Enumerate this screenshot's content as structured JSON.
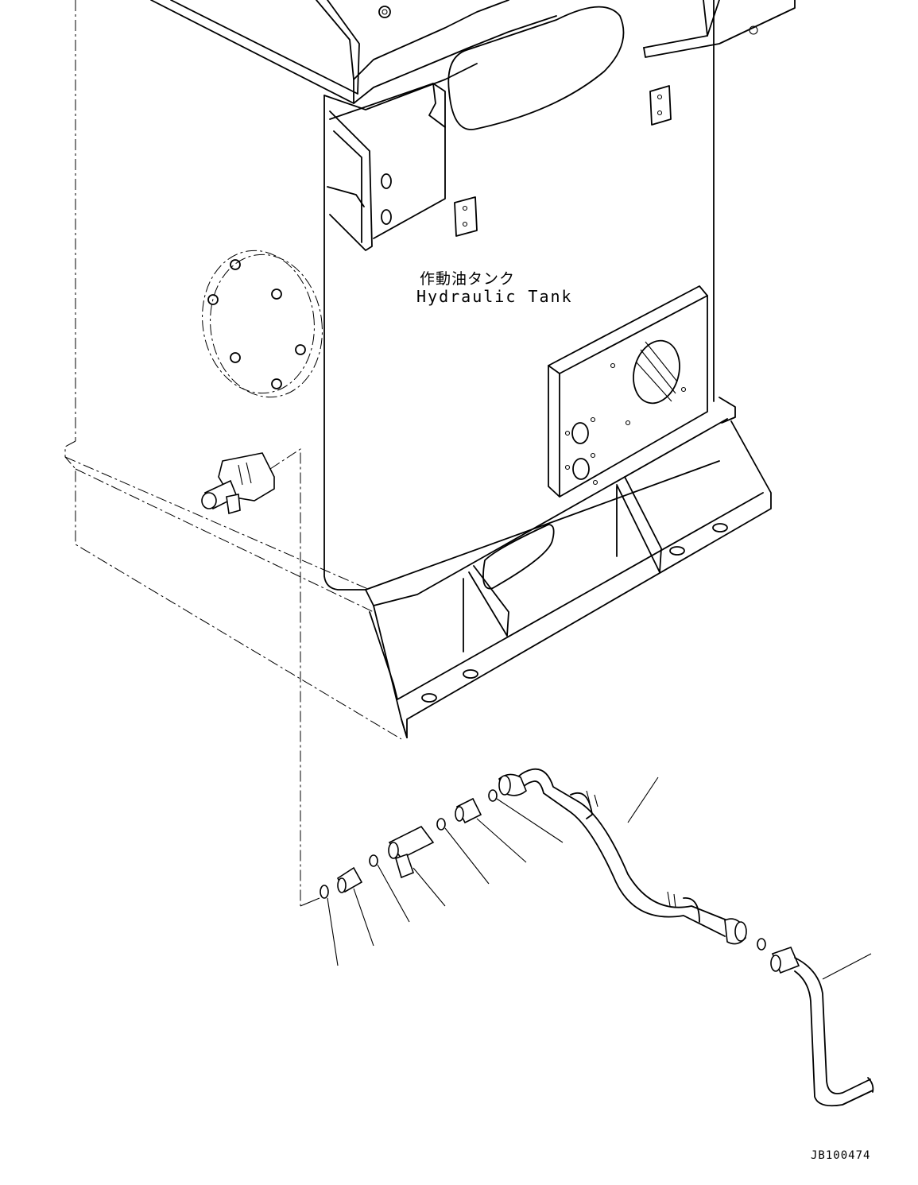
{
  "tank_label": {
    "japanese": "作動油タンク",
    "english": "Hydraulic Tank"
  },
  "drawing_number": "JB100474",
  "icons": [
    "hydraulic-tank",
    "drain-valve",
    "inspection-cover",
    "hose",
    "elbow",
    "o-ring",
    "adapter",
    "tee-fitting",
    "pipe",
    "mounting-base"
  ]
}
